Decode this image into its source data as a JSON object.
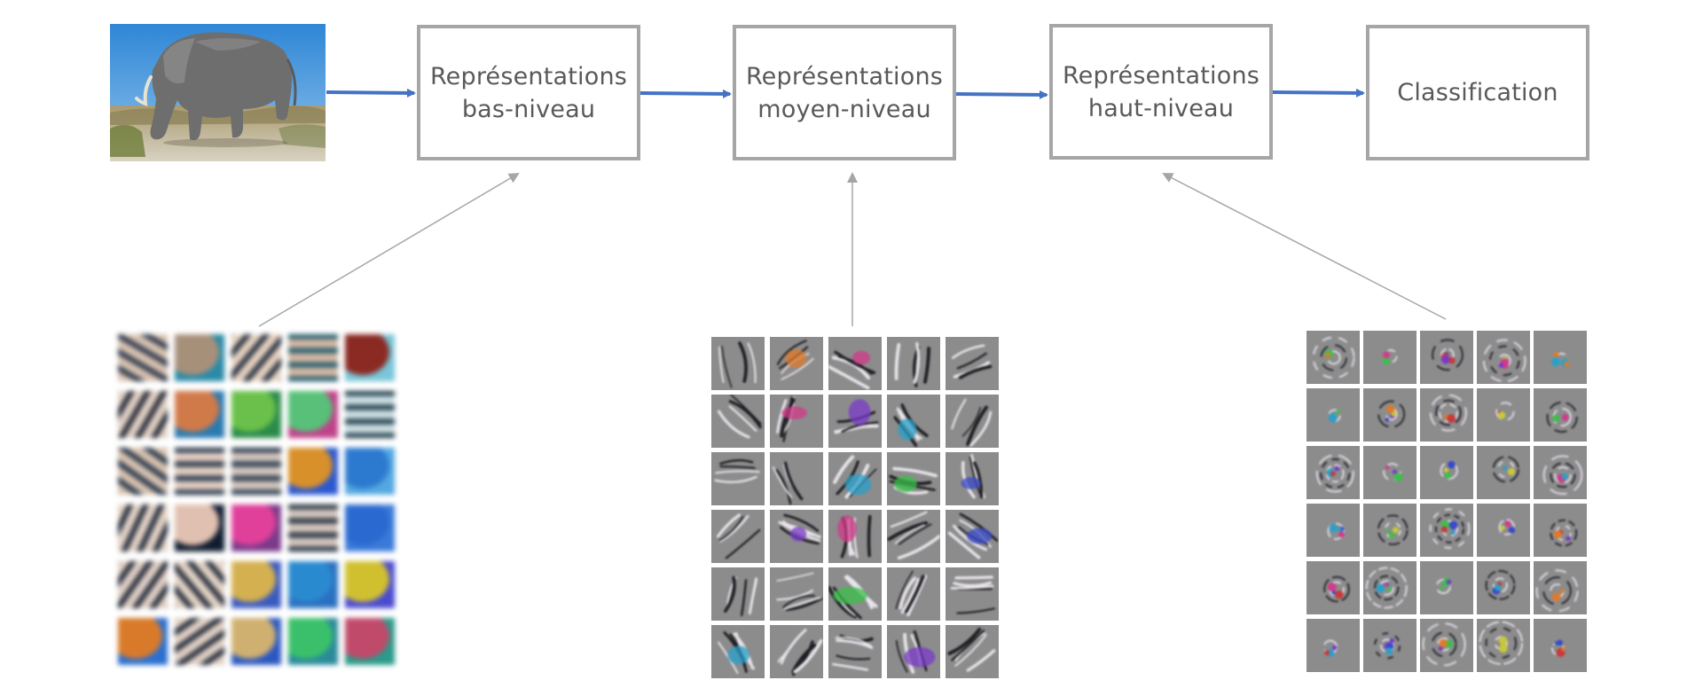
{
  "stages": [
    {
      "id": "low",
      "label": "Représentations\nbas-niveau"
    },
    {
      "id": "mid",
      "label": "Représentations\nmoyen-niveau"
    },
    {
      "id": "high",
      "label": "Représentations\nhaut-niveau"
    },
    {
      "id": "cls",
      "label": "Classification"
    }
  ],
  "colors": {
    "flow_arrow": "#4472c4",
    "feedback_arrow": "#a6a6a6",
    "box_border": "#a6a6a6",
    "box_text": "#595959",
    "tile_background": "#8a8a8a"
  },
  "input_image": {
    "subject": "elephant",
    "icon": "elephant-photo"
  },
  "filter_grids": [
    {
      "id": "low",
      "level": "low-level filters",
      "rows": 6,
      "cols": 5
    },
    {
      "id": "mid",
      "level": "mid-level features",
      "rows": 6,
      "cols": 5
    },
    {
      "id": "high",
      "level": "high-level features",
      "rows": 6,
      "cols": 5
    }
  ]
}
